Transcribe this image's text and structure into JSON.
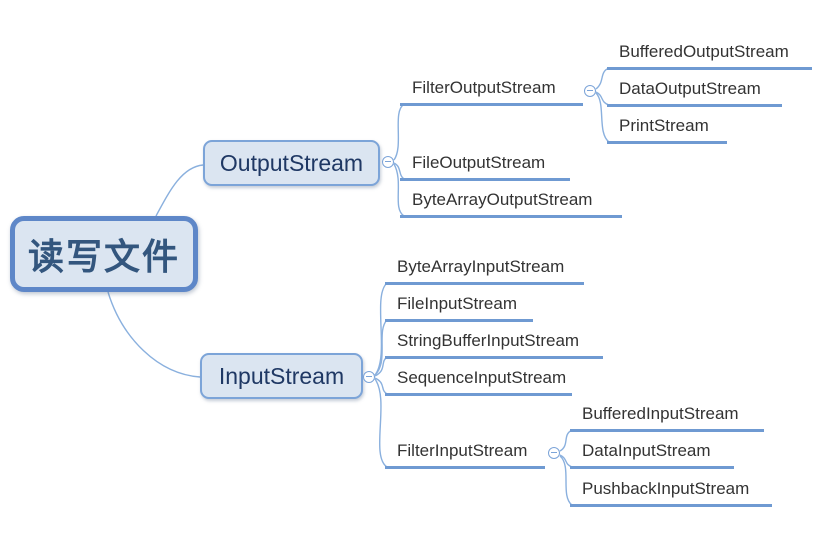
{
  "colors": {
    "node_fill": "#dbe5f1",
    "branch_border": "#7ca4d8",
    "root_border": "#5e87c8",
    "root_text": "#33567e",
    "branch_text": "#1f3864",
    "leaf_text": "#333333",
    "underline": "#6f9ad2",
    "connector": "#8ab0de"
  },
  "icons": {
    "collapse": "minus-circle-icon"
  },
  "tree": {
    "label": "读写文件",
    "children": [
      {
        "label": "OutputStream",
        "children": [
          {
            "label": "FilterOutputStream",
            "children": [
              {
                "label": "BufferedOutputStream"
              },
              {
                "label": "DataOutputStream"
              },
              {
                "label": "PrintStream"
              }
            ]
          },
          {
            "label": "FileOutputStream"
          },
          {
            "label": "ByteArrayOutputStream"
          }
        ]
      },
      {
        "label": "InputStream",
        "children": [
          {
            "label": "ByteArrayInputStream"
          },
          {
            "label": "FileInputStream"
          },
          {
            "label": "StringBufferInputStream"
          },
          {
            "label": "SequenceInputStream"
          },
          {
            "label": "FilterInputStream",
            "children": [
              {
                "label": "BufferedInputStream"
              },
              {
                "label": "DataInputStream"
              },
              {
                "label": "PushbackInputStream"
              }
            ]
          }
        ]
      }
    ]
  }
}
